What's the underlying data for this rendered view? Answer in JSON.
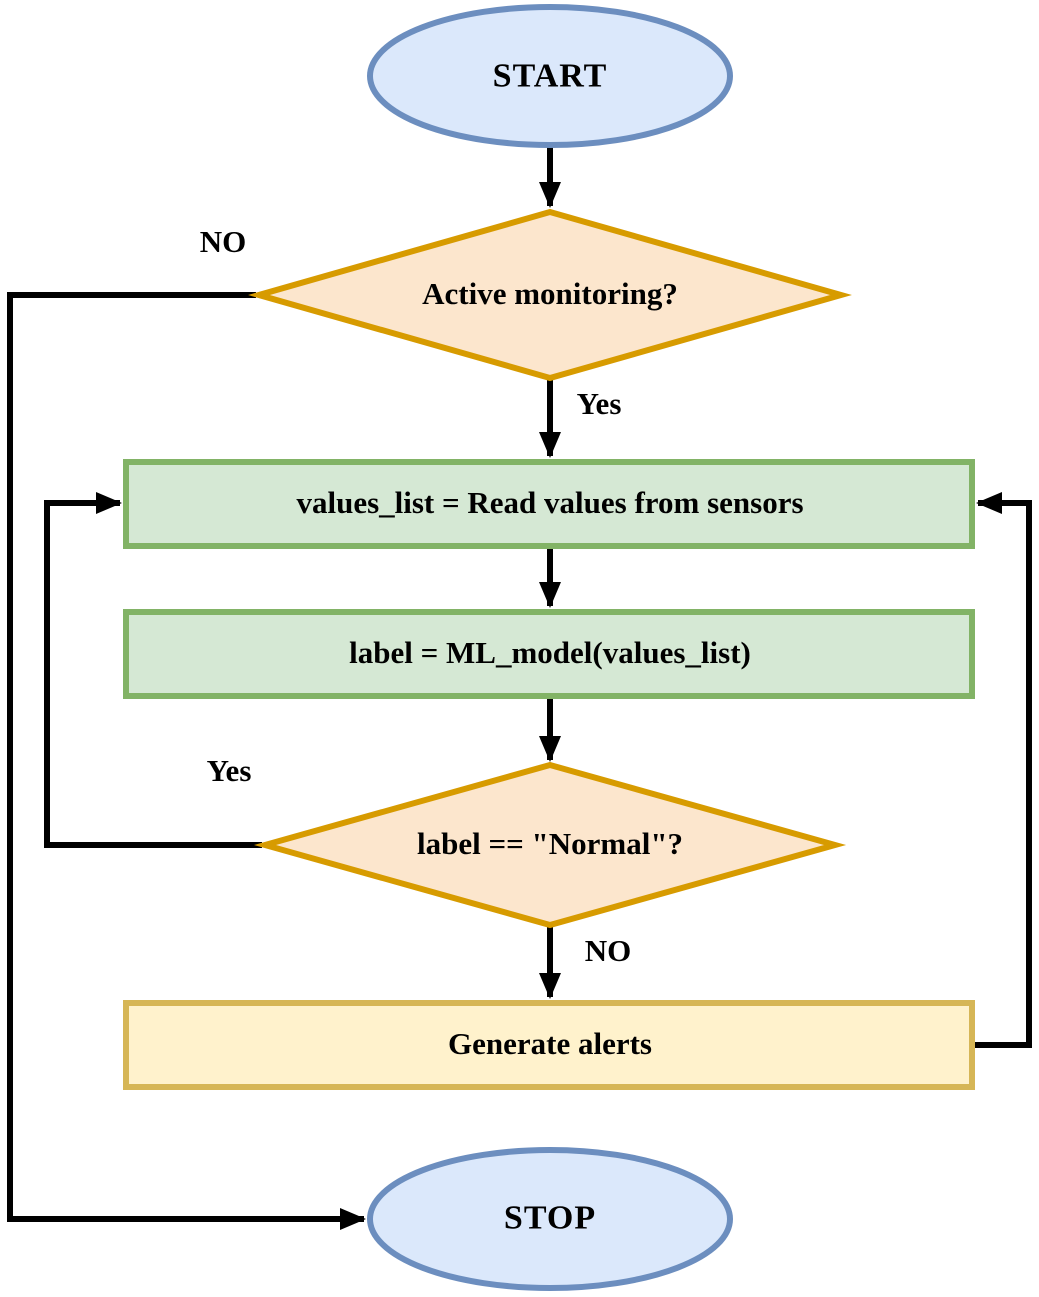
{
  "diagram": {
    "type": "flowchart",
    "nodes": {
      "start": {
        "label": "START",
        "shape": "terminator"
      },
      "active_monitoring": {
        "label": "Active monitoring?",
        "shape": "decision"
      },
      "read_values": {
        "label": "values_list = Read values from sensors",
        "shape": "process"
      },
      "ml_model": {
        "label": "label = ML_model(values_list)",
        "shape": "process"
      },
      "normal_check": {
        "label": "label == \"Normal\"?",
        "shape": "decision"
      },
      "generate_alerts": {
        "label": "Generate alerts",
        "shape": "process"
      },
      "stop": {
        "label": "STOP",
        "shape": "terminator"
      }
    },
    "edges": [
      {
        "from": "start",
        "to": "active_monitoring",
        "label": ""
      },
      {
        "from": "active_monitoring",
        "to": "stop",
        "label": "NO"
      },
      {
        "from": "active_monitoring",
        "to": "read_values",
        "label": "Yes"
      },
      {
        "from": "read_values",
        "to": "ml_model",
        "label": ""
      },
      {
        "from": "ml_model",
        "to": "normal_check",
        "label": ""
      },
      {
        "from": "normal_check",
        "to": "read_values",
        "label": "Yes"
      },
      {
        "from": "normal_check",
        "to": "generate_alerts",
        "label": "NO"
      },
      {
        "from": "generate_alerts",
        "to": "read_values",
        "label": ""
      }
    ],
    "colors": {
      "terminator_fill": "#dbe8fb",
      "terminator_stroke": "#6c8ebf",
      "decision_fill": "#fce6cd",
      "decision_stroke": "#d79b00",
      "process_fill": "#d5e8d4",
      "process_stroke": "#82b366",
      "alert_fill": "#fff2cc",
      "alert_stroke": "#d6b656",
      "connector": "#000000"
    }
  }
}
